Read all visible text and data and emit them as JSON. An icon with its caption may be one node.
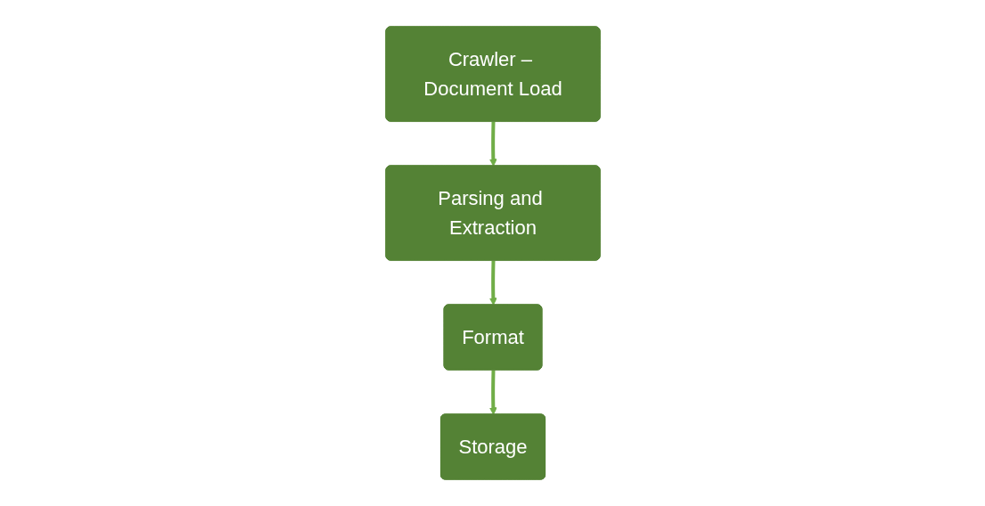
{
  "diagram": {
    "nodes": [
      {
        "text": [
          "Crawler – Document Load"
        ]
      },
      {
        "text": [
          "Parsing and Extraction"
        ]
      },
      {
        "text": [
          "Format"
        ]
      },
      {
        "text": [
          "Storage"
        ]
      }
    ],
    "edges": [
      {
        "from": 0,
        "to": 1,
        "arrow": "to"
      },
      {
        "from": 1,
        "to": 2,
        "arrow": "to"
      },
      {
        "from": 2,
        "to": 3,
        "arrow": "to"
      }
    ]
  }
}
